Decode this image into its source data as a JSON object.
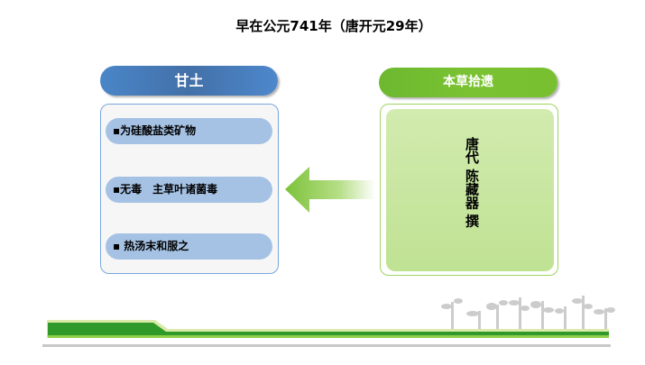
{
  "title": "早在公元741年（唐开元29年）",
  "left": {
    "header": "甘土",
    "items": [
      "▪为硅酸盐类矿物",
      "▪无毒　主草叶诸菌毒",
      "▪ 热汤末和服之"
    ]
  },
  "right": {
    "header": "本草拾遗",
    "author": "唐代 陈藏器 撰"
  },
  "colors": {
    "blue": "#4a7fc0",
    "green": "#78c030",
    "item": "#a5c2e5"
  }
}
